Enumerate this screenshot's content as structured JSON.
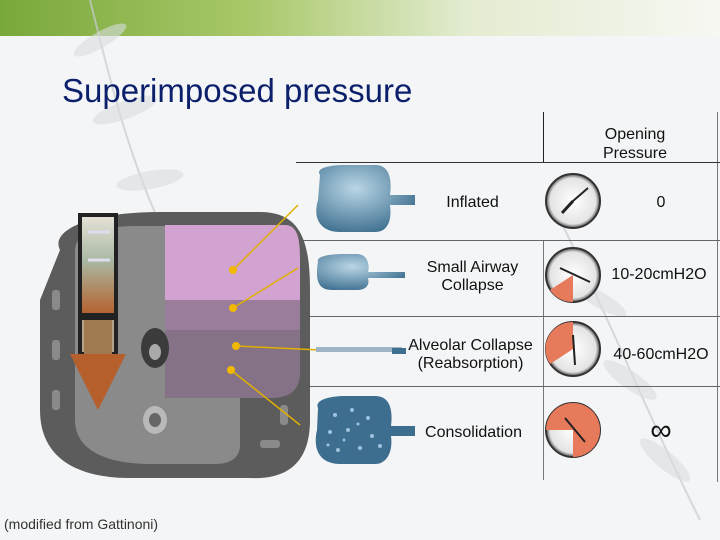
{
  "title": "Superimposed pressure",
  "column_header": "Opening Pressure",
  "rows": [
    {
      "label": "Inflated",
      "pressure": "0"
    },
    {
      "label": "Small Airway Collapse",
      "pressure": "10-20cmH2O"
    },
    {
      "label": "Alveolar Collapse (Reabsorption)",
      "pressure": "40-60cmH2O"
    },
    {
      "label": "Consolidation",
      "pressure": "∞"
    }
  ],
  "credit": "(modified from Gattinoni)",
  "colors": {
    "title": "#0b1f6b",
    "alveolus": "#5d8fb0",
    "arrow": "#b5602c",
    "lung_pink": "#c9a0c8",
    "pointer": "#f0b800"
  }
}
